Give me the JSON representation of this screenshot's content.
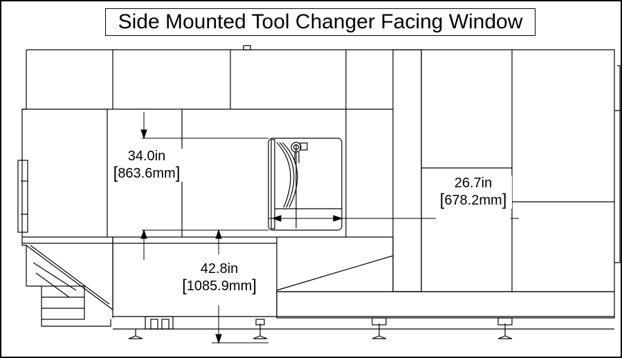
{
  "title": "Side Mounted Tool Changer Facing Window",
  "dimensions": [
    {
      "id": "window-height",
      "inches": "34.0in",
      "metric": "863.6mm"
    },
    {
      "id": "window-width",
      "inches": "26.7in",
      "metric": "678.2mm"
    },
    {
      "id": "window-sill-height",
      "inches": "42.8in",
      "metric": "1085.9mm"
    }
  ],
  "colors": {
    "line": "#000000",
    "background": "#ffffff"
  }
}
